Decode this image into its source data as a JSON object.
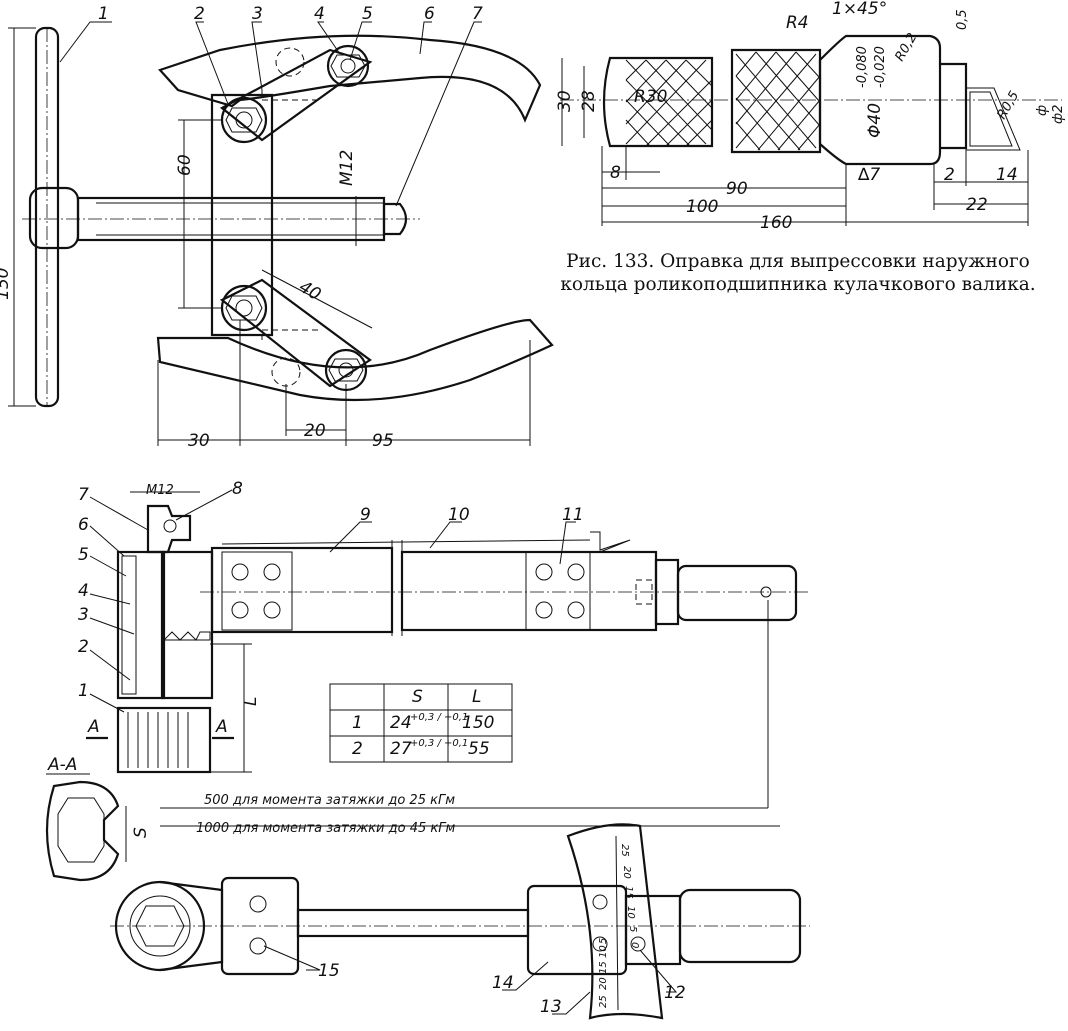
{
  "puller": {
    "callouts": [
      "1",
      "2",
      "3",
      "4",
      "5",
      "6",
      "7"
    ],
    "dims": {
      "handle_length": "150",
      "bolt_spacing": "60",
      "thread": "M12",
      "link_length": "40",
      "offset_left": "30",
      "hole_offset": "20",
      "jaw_length": "95"
    }
  },
  "mandrel": {
    "dims": {
      "d1": "30",
      "d2": "28",
      "radius": "R30",
      "radius_small": "R4",
      "chamfer": "1×45°",
      "gap": "0,5",
      "fillet_top": "R0,2",
      "fillet_bottom": "R0,5",
      "diameter": "Φ40",
      "tol_upper": "-0,080",
      "tol_lower": "-0,020",
      "phi_a": "ф",
      "phi_b": "ф2",
      "len_8": "8",
      "len_90": "90",
      "len_100": "100",
      "len_160": "160",
      "finish": "∆7",
      "len_2": "2",
      "len_14": "14",
      "len_22": "22"
    },
    "caption": "Рис. 133. Оправка для выпрессовки наружного кольца роликоподшипника кулачкового валика."
  },
  "wrench": {
    "callouts": [
      "1",
      "2",
      "3",
      "4",
      "5",
      "6",
      "7",
      "8",
      "9",
      "10",
      "11",
      "12",
      "13",
      "14",
      "15"
    ],
    "thread": "M12",
    "section_marks": {
      "left": "А",
      "right": "А",
      "title": "А-А",
      "s": "S",
      "l": "L"
    },
    "table": {
      "headers": [
        "",
        "S",
        "L"
      ],
      "rows": [
        [
          "1",
          "24",
          "+0,3 / +0,1",
          "150"
        ],
        [
          "2",
          "27",
          "+0,3 / +0,1",
          "55"
        ]
      ]
    },
    "lengths": {
      "short": "500 для момента затяжки до 25 кГм",
      "long": "1000 для момента затяжки до 45 кГм"
    },
    "scale_labels_top": [
      "25",
      "20",
      "15",
      "10",
      "5",
      "0"
    ],
    "scale_labels_bottom": [
      "25",
      "20",
      "15",
      "10",
      "5"
    ]
  }
}
